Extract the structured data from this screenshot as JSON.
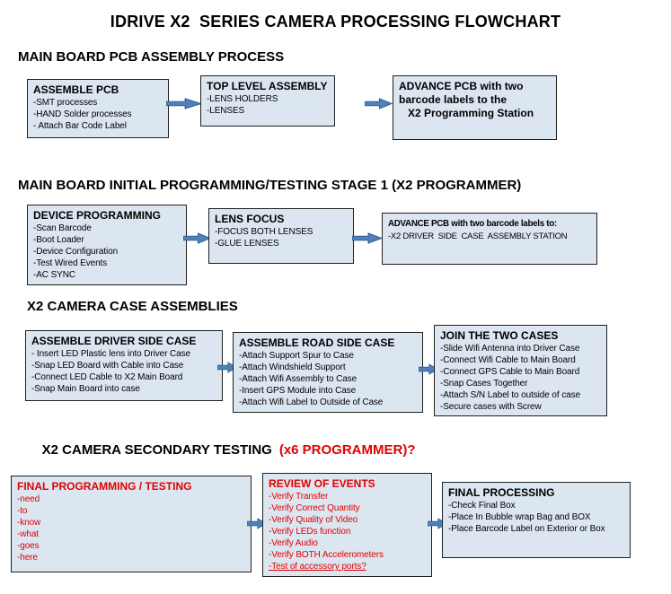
{
  "title": "IDRIVE X2  SERIES CAMERA PROCESSING FLOWCHART",
  "colors": {
    "box_fill": "#dce6f1",
    "box_border": "#1f1f1f",
    "arrow_fill": "#4f81bd",
    "arrow_stroke": "#2e5c8a",
    "red": "#e00000"
  },
  "sections": [
    {
      "heading": "MAIN BOARD PCB ASSEMBLY PROCESS",
      "boxes": [
        {
          "title": "ASSEMBLE PCB",
          "items": [
            "-SMT processes",
            "-HAND Solder processes",
            "- Attach Bar Code Label"
          ]
        },
        {
          "title": "TOP LEVEL ASSEMBLY",
          "items": [
            "-LENS HOLDERS",
            "-LENSES"
          ]
        },
        {
          "title": "ADVANCE PCB with two barcode labels to the",
          "items": [
            "X2 Programming Station"
          ]
        }
      ]
    },
    {
      "heading": "MAIN BOARD INITIAL PROGRAMMING/TESTING STAGE 1 (X2 PROGRAMMER)",
      "boxes": [
        {
          "title": "DEVICE PROGRAMMING",
          "items": [
            "-Scan Barcode",
            "-Boot Loader",
            "-Device Configuration",
            "-Test Wired Events",
            "-AC SYNC"
          ]
        },
        {
          "title": "LENS FOCUS",
          "items": [
            "-FOCUS BOTH LENSES",
            "-GLUE LENSES"
          ]
        },
        {
          "title": "ADVANCE PCB with two barcode labels to:",
          "items": [
            "-X2 DRIVER  SIDE  CASE  ASSEMBLY STATION"
          ]
        }
      ]
    },
    {
      "heading": "X2 CAMERA CASE ASSEMBLIES",
      "boxes": [
        {
          "title": "ASSEMBLE DRIVER SIDE CASE",
          "items": [
            "- Insert LED Plastic lens into Driver Case",
            "-Snap LED Board with Cable into Case",
            "-Connect LED Cable to X2 Main Board",
            "-Snap Main Board into case"
          ]
        },
        {
          "title": "ASSEMBLE ROAD SIDE CASE",
          "items": [
            "-Attach Support Spur to Case",
            "-Attach Windshield Support",
            "-Attach Wifi Assembly to Case",
            "-Insert GPS Module into Case",
            "-Attach Wifi Label to Outside of Case"
          ]
        },
        {
          "title": "JOIN THE TWO CASES",
          "items": [
            "-Slide Wifi Antenna into Driver Case",
            "-Connect Wifi Cable to Main Board",
            "-Connect GPS Cable to Main Board",
            "-Snap Cases Together",
            "-Attach S/N Label to outside of case",
            "-Secure cases with Screw"
          ]
        }
      ]
    },
    {
      "heading": "X2 CAMERA SECONDARY TESTING",
      "heading_red": "(x6 PROGRAMMER)?",
      "boxes": [
        {
          "title": "FINAL PROGRAMMING / TESTING",
          "items": [
            "-need",
            "-to",
            "-know",
            "-what",
            "-goes",
            "-here"
          ]
        },
        {
          "title": "REVIEW OF EVENTS",
          "items": [
            "-Verify Transfer",
            "-Verify Correct Quantity",
            "-Verify Quality of Video",
            "-Verify LEDs function",
            "-Verify Audio",
            "-Verify BOTH Accelerometers",
            "-Test of accessory ports?"
          ]
        },
        {
          "title": "FINAL PROCESSING",
          "items": [
            "-Check Final Box",
            "-Place In Bubble wrap Bag and BOX",
            "-Place Barcode Label on Exterior or Box"
          ]
        }
      ]
    }
  ]
}
